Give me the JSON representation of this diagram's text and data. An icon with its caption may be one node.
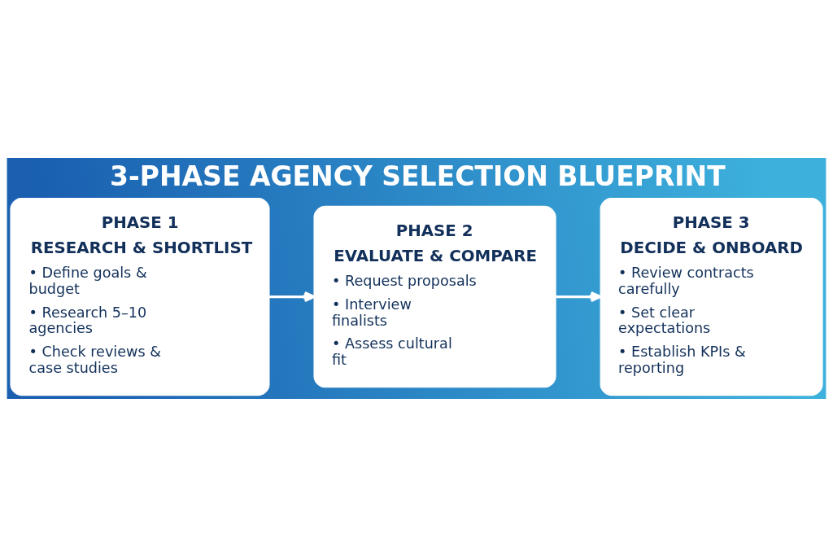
{
  "diagram": {
    "title": "3-PHASE AGENCY SELECTION BLUEPRINT",
    "nodes": [
      {
        "text": [
          "PHASE 1",
          "RESEARCH & SHORTLIST",
          "• Define goals & budget",
          "• Research 5–10 agencies",
          "• Check reviews & case studies"
        ]
      },
      {
        "text": [
          "PHASE 2",
          "EVALUATE & COMPARE",
          "• Request proposals",
          "• Interview finalists",
          "• Assess cultural fit"
        ]
      },
      {
        "text": [
          "PHASE 3",
          "DECIDE & ONBOARD",
          "• Review contracts carefully",
          "• Set clear expectations",
          "• Establish KPIs & reporting"
        ]
      }
    ],
    "edges": [
      {
        "from": 0,
        "to": 1,
        "arrow": "to"
      },
      {
        "from": 1,
        "to": 2,
        "arrow": "to"
      }
    ]
  }
}
